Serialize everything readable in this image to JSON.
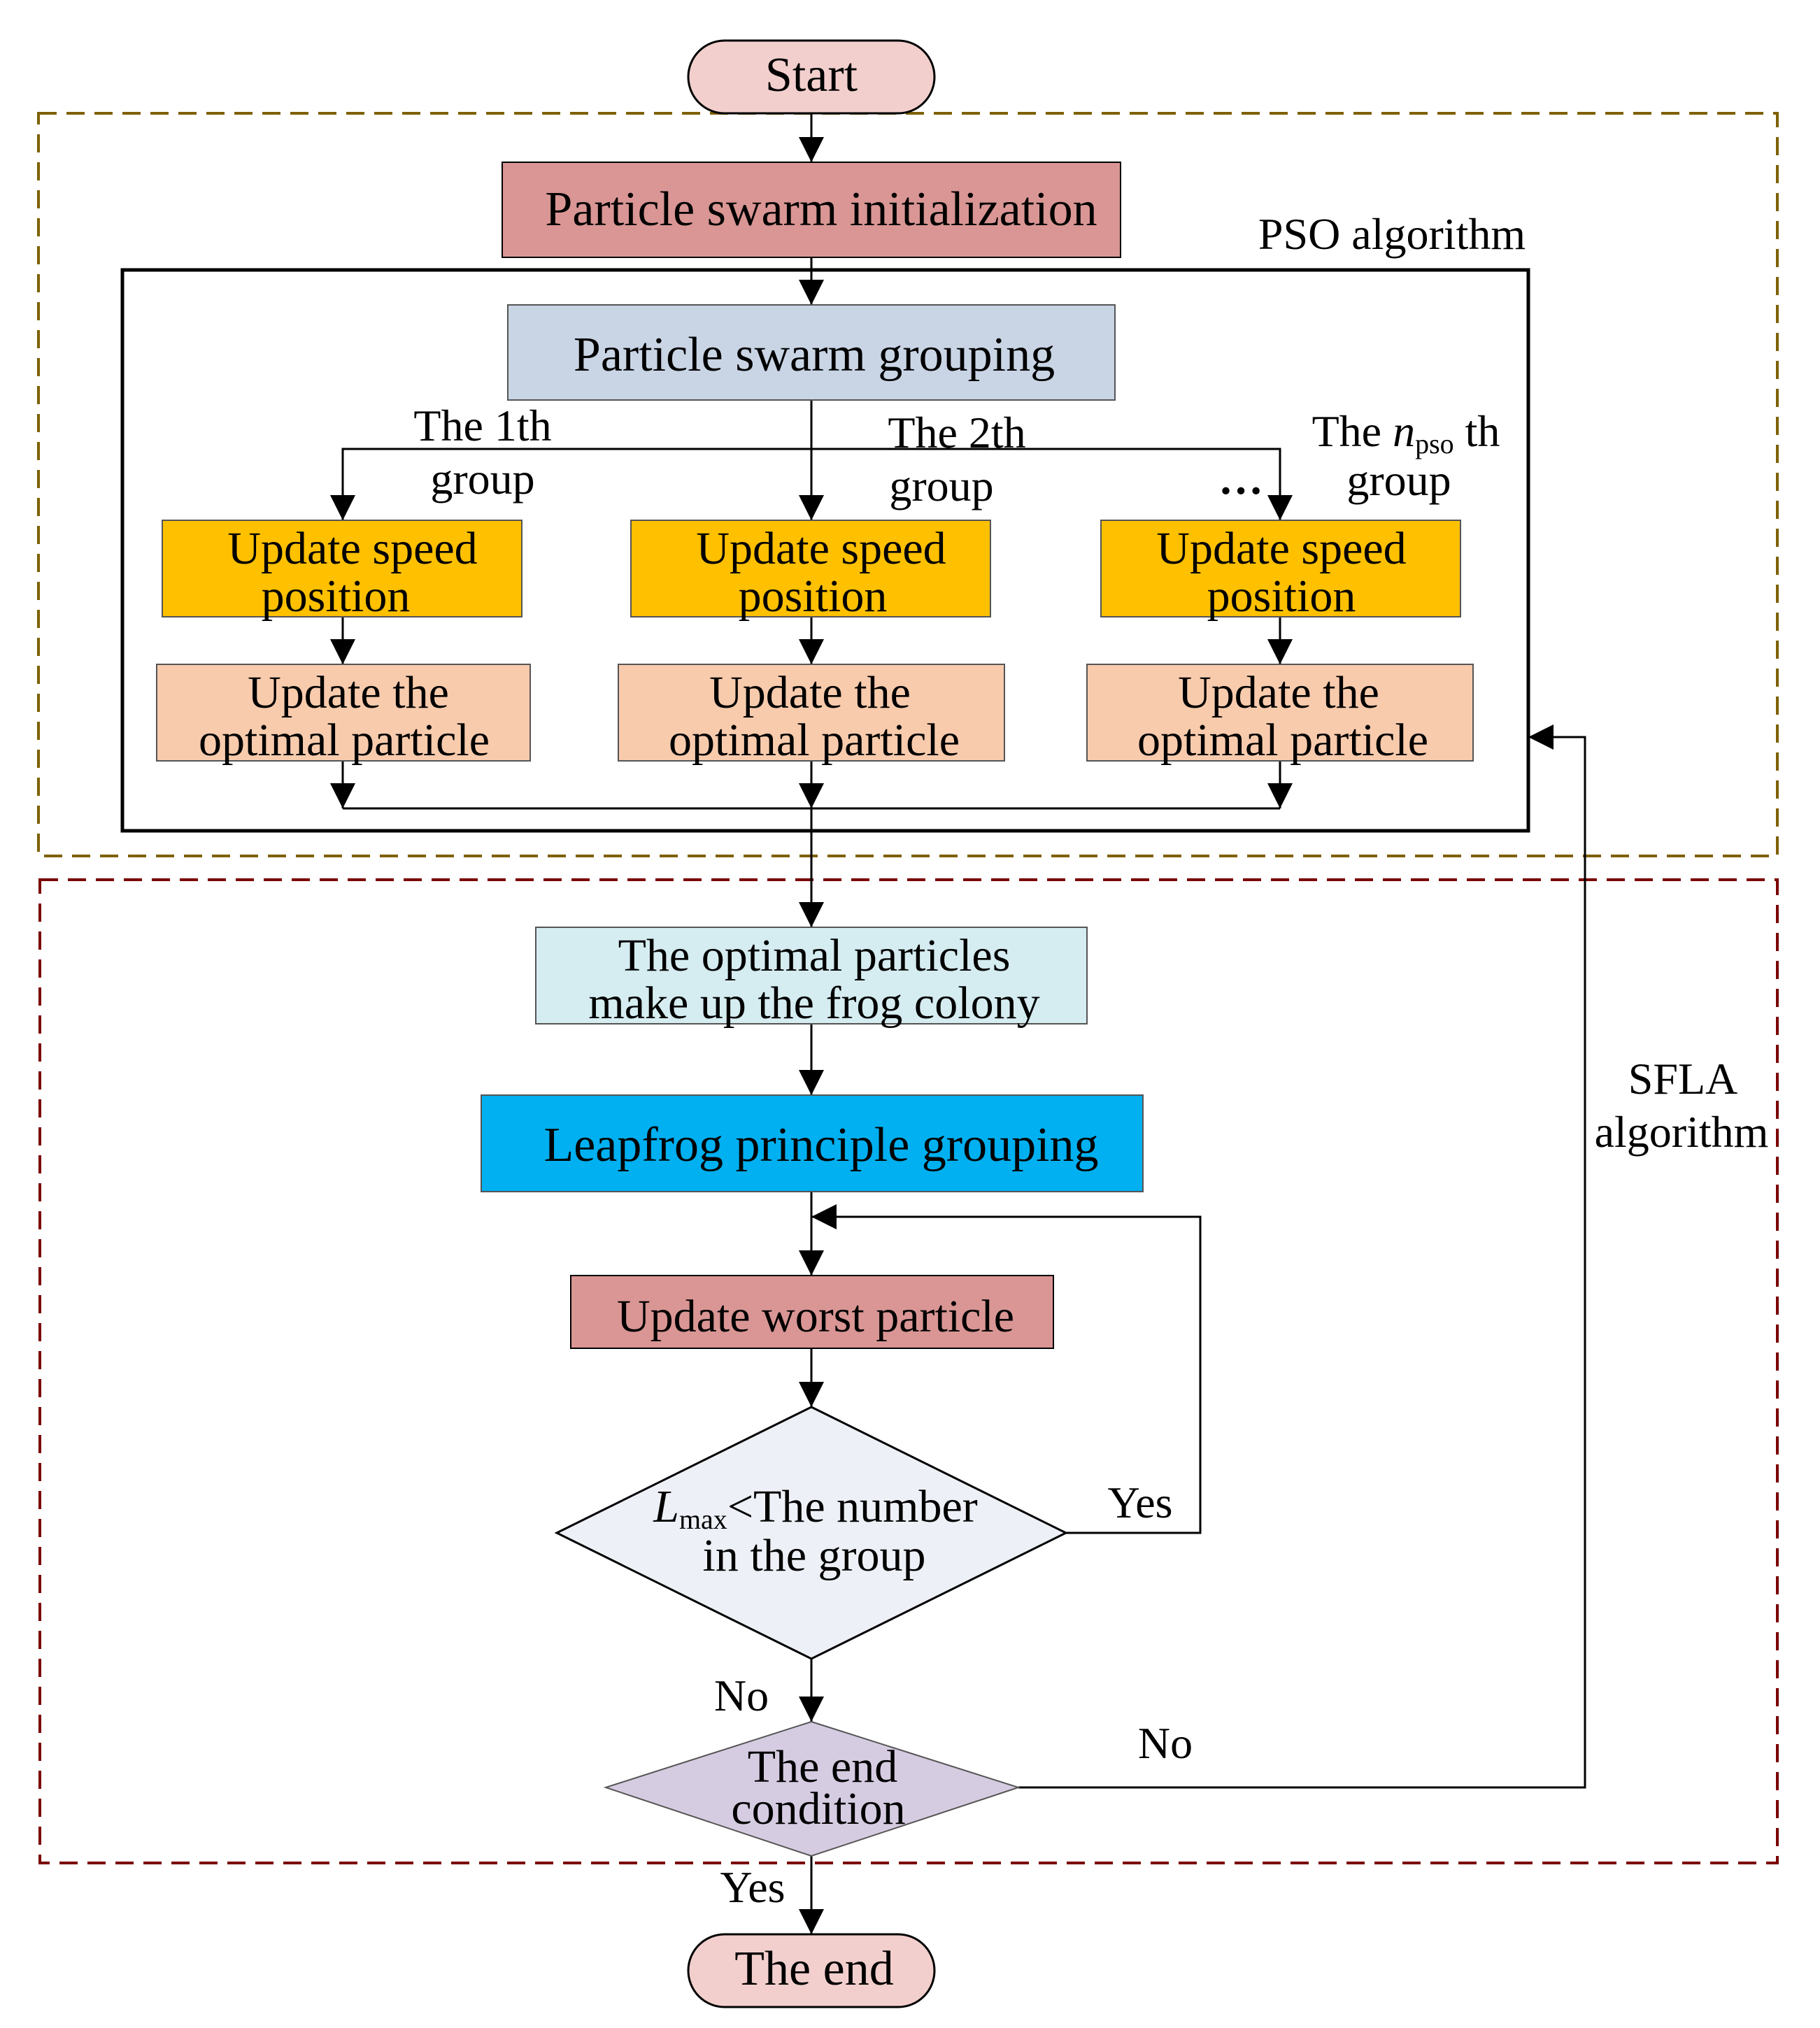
{
  "nodes": {
    "start": "Start",
    "init": "Particle swarm initialization",
    "pso_label": "PSO algorithm",
    "grouping": "Particle swarm grouping",
    "group1": {
      "line1": "The 1th",
      "line2": "group"
    },
    "group2": {
      "line1": "The 2th",
      "line2": "group"
    },
    "group3": {
      "pre": "The ",
      "var": "n",
      "sub": "pso",
      "post": " th",
      "line2": "group"
    },
    "ellipsis": "…",
    "update_speed": {
      "line1": "Update speed",
      "line2": "position"
    },
    "update_optimal": {
      "line1": "Update the",
      "line2": "optimal particle"
    },
    "frog_colony": {
      "line1": "The optimal particles",
      "line2": "make up the frog colony"
    },
    "leapfrog": "Leapfrog principle grouping",
    "update_worst": "Update worst particle",
    "decision1": {
      "var": "L",
      "sub": "max",
      "rest": "<The number",
      "line2": "in the group"
    },
    "yes1": "Yes",
    "no1": "No",
    "end_condition": {
      "line1": "The end",
      "line2": "condition"
    },
    "no2": "No",
    "yes2": "Yes",
    "end": "The end",
    "sfla_label": {
      "line1": "SFLA",
      "line2": "algorithm"
    }
  },
  "colors": {
    "start_end": "#f2cfcd",
    "init": "#d99694",
    "grouping": "#c9d5e5",
    "update_speed": "#ffc000",
    "update_optimal": "#f8cbad",
    "frog_colony": "#d5ecf0",
    "leapfrog": "#00b0f0",
    "update_worst": "#d99694",
    "decision1": "#edf0f6",
    "end_condition": "#d6cce2",
    "pso_border": "#7f6000",
    "sfla_border": "#7b0000"
  }
}
